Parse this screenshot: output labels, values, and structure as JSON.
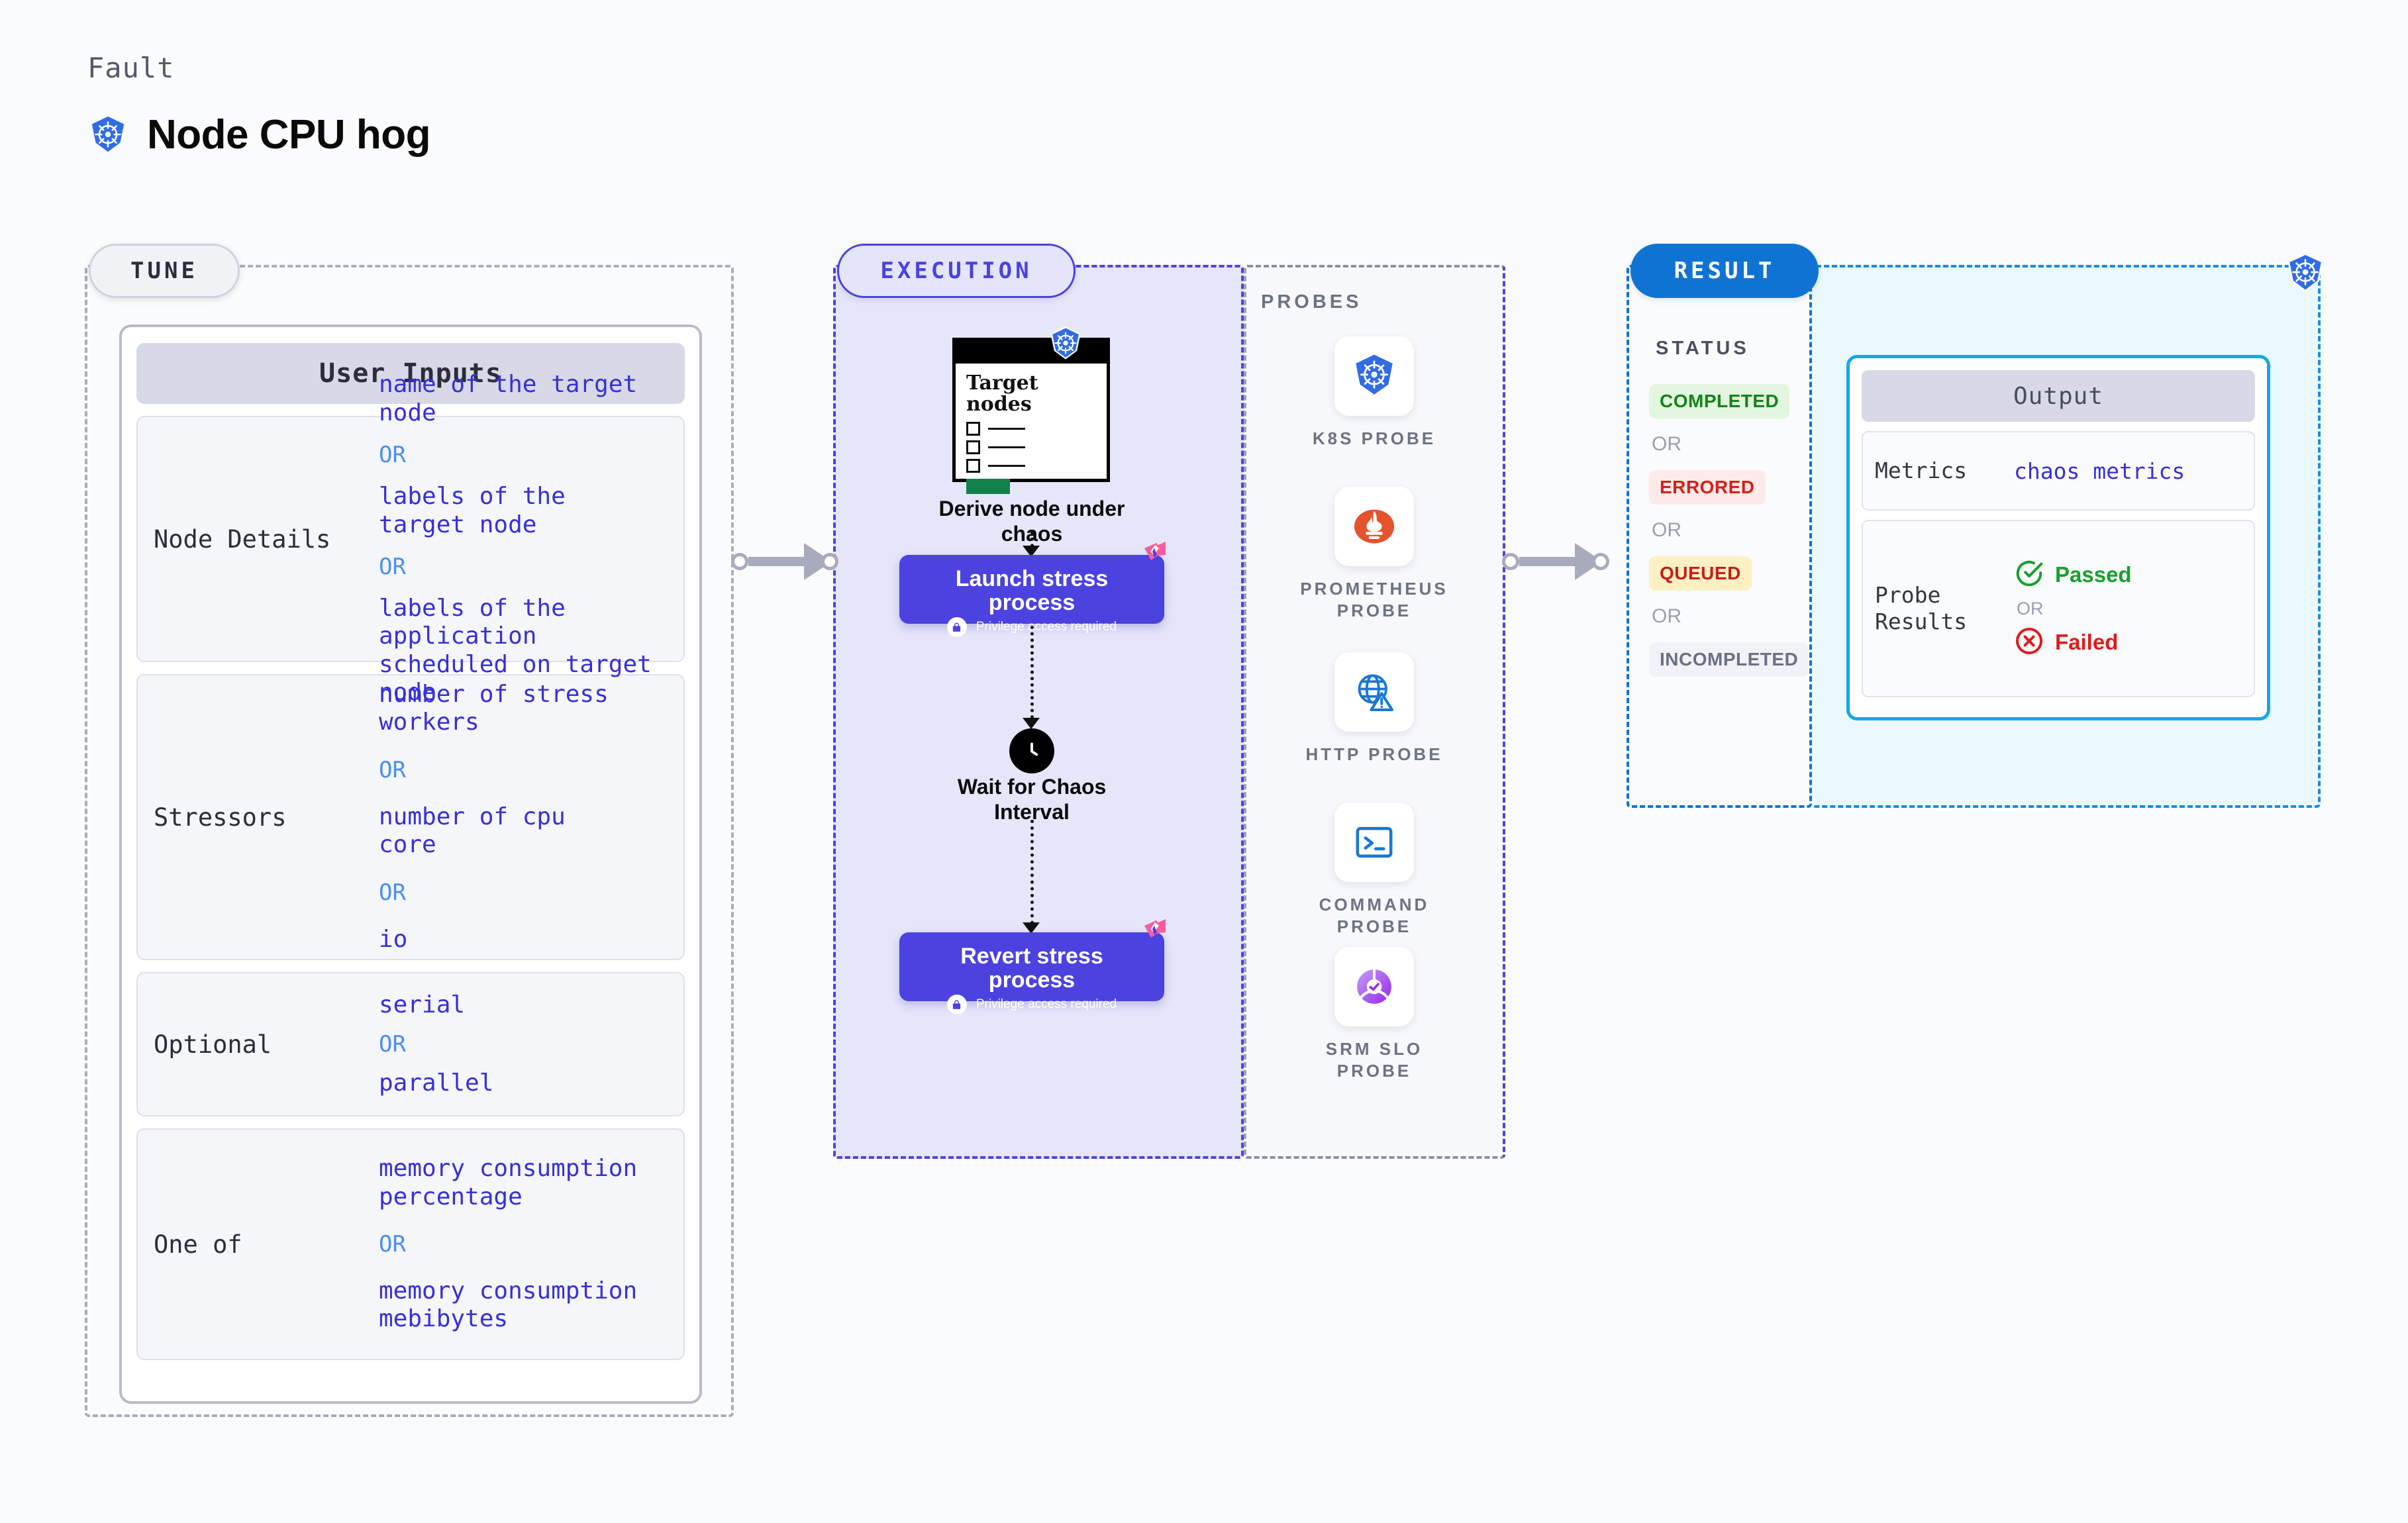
{
  "header": {
    "kicker": "Fault",
    "title": "Node CPU hog",
    "icon": "kubernetes-icon"
  },
  "sections": {
    "tune": {
      "pill": "TUNE"
    },
    "execution": {
      "pill": "EXECUTION"
    },
    "result": {
      "pill": "RESULT"
    },
    "probes": {
      "heading": "PROBES"
    }
  },
  "tune": {
    "card_title": "User Inputs",
    "groups": [
      {
        "label": "Node Details",
        "values": [
          "name of the target\nnode",
          "labels of the\ntarget node",
          "labels of the application\n scheduled on target node"
        ],
        "or": "OR"
      },
      {
        "label": "Stressors",
        "values": [
          "number of stress\nworkers",
          "number of cpu\ncore",
          "io"
        ],
        "or": "OR"
      },
      {
        "label": "Optional",
        "values": [
          "serial",
          "parallel"
        ],
        "or": "OR"
      },
      {
        "label": "One of",
        "values": [
          "memory consumption\npercentage",
          "memory consumption\nmebibytes"
        ],
        "or": "OR"
      }
    ]
  },
  "execution": {
    "target_card": {
      "heading": "Target\nnodes",
      "icon": "kubernetes-icon"
    },
    "steps": [
      {
        "label": "Derive node under\nchaos"
      },
      {
        "label": "Launch stress\nprocess",
        "sub": "Privilege access required",
        "icon": "lock-icon"
      },
      {
        "label": "Wait for Chaos\nInterval",
        "icon": "clock-icon"
      },
      {
        "label": "Revert stress\nprocess",
        "sub": "Privilege access required",
        "icon": "lock-icon"
      }
    ]
  },
  "probes": [
    {
      "name": "K8S PROBE",
      "icon": "kubernetes-icon"
    },
    {
      "name": "PROMETHEUS\nPROBE",
      "icon": "prometheus-icon"
    },
    {
      "name": "HTTP PROBE",
      "icon": "globe-warning-icon"
    },
    {
      "name": "COMMAND\nPROBE",
      "icon": "terminal-icon"
    },
    {
      "name": "SRM SLO\nPROBE",
      "icon": "srm-slo-icon"
    }
  ],
  "result": {
    "status_heading": "STATUS",
    "or": "OR",
    "statuses": [
      {
        "label": "COMPLETED",
        "bg": "#e2f6e0",
        "fg": "#17811a"
      },
      {
        "label": "ERRORED",
        "bg": "#fdeae9",
        "fg": "#d4211b"
      },
      {
        "label": "QUEUED",
        "bg": "#fdf0c5",
        "fg": "#c41f1a"
      },
      {
        "label": "INCOMPLETED",
        "bg": "#f1f2f7",
        "fg": "#6b7083"
      }
    ]
  },
  "output": {
    "card_title": "Output",
    "metrics_label": "Metrics",
    "metrics_value": "chaos metrics",
    "probe_results_label": "Probe\nResults",
    "passed": "Passed",
    "failed": "Failed",
    "or": "OR"
  },
  "colors": {
    "accent_purple": "#4b42e0",
    "accent_blue": "#0f73d4",
    "accent_cyan": "#14a8e8",
    "k8s_blue": "#326ce5",
    "value_indigo": "#3730d6",
    "or_blue": "#4b8ff0",
    "pink": "#fb5c9b"
  }
}
